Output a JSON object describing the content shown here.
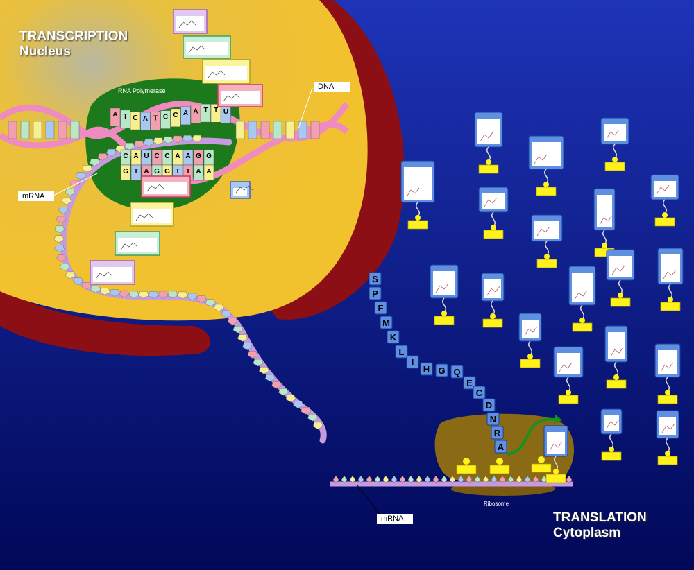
{
  "transcription": {
    "title": "TRANSCRIPTION",
    "subtitle": "Nucleus"
  },
  "translation": {
    "title": "TRANSLATION",
    "subtitle": "Cytoplasm"
  },
  "labels": {
    "rna_polymerase": "RNA Polymerase",
    "dna": "DNA",
    "mrna_nucleus": "mRNA",
    "mrna_cytoplasm": "mRNA",
    "ribosome": "Ribosome"
  },
  "dna_template_letters": [
    "A",
    "T",
    "C",
    "A",
    "T",
    "C",
    "C",
    "A",
    "A",
    "T",
    "T",
    "U"
  ],
  "rna_letters": [
    "C",
    "A",
    "U",
    "C",
    "C",
    "A",
    "A",
    "G",
    "G"
  ],
  "dna_lower_letters": [
    "G",
    "T",
    "A",
    "G",
    "G",
    "T",
    "T",
    "A",
    "A"
  ],
  "peptide_letters": [
    "S",
    "P",
    "F",
    "M",
    "K",
    "L",
    "I",
    "H",
    "G",
    "Q",
    "E",
    "C",
    "D",
    "N",
    "R",
    "A"
  ],
  "colors": {
    "cytoplasm_top": "#1a2fb0",
    "cytoplasm_bottom": "#000a55",
    "nucleus": "#f2c12e",
    "envelope": "#8b0f14",
    "polymerase": "#1c7a1c",
    "dna_strand": "#f08bc0",
    "mrna": "#c79ae0",
    "ribosome": "#8a6a14",
    "peptide_box": "#5f8fe0",
    "trna_tag": "#fff21a"
  }
}
